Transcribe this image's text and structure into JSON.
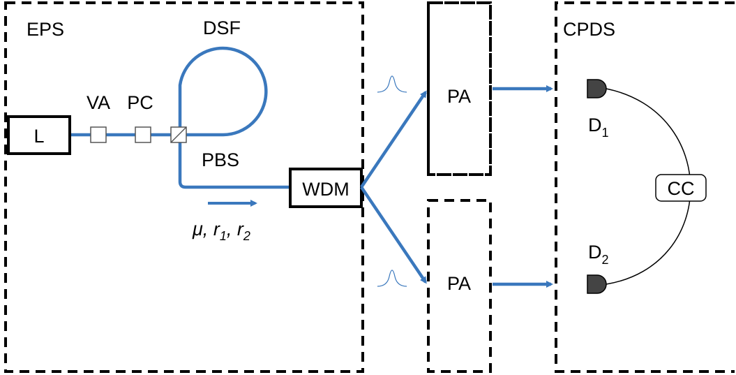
{
  "regions": {
    "source": "EPS",
    "detection": "CPDS"
  },
  "components": {
    "laser": "L",
    "attenuator": "VA",
    "polarization_controller": "PC",
    "fiber": "DSF",
    "splitter": "PBS",
    "wdm": "WDM",
    "amplifier_top": "PA",
    "amplifier_bottom": "PA",
    "detector1_main": "D",
    "detector1_sub": "1",
    "detector2_main": "D",
    "detector2_sub": "2",
    "coincidence": "CC"
  },
  "params": {
    "mu": "μ",
    "sep1": ", ",
    "r1_main": "r",
    "r1_sub": "1",
    "sep2": ", ",
    "r2_main": "r",
    "r2_sub": "2"
  },
  "colors": {
    "fiber": "#3a78bd",
    "outline": "#000000",
    "detector": "#444444"
  }
}
